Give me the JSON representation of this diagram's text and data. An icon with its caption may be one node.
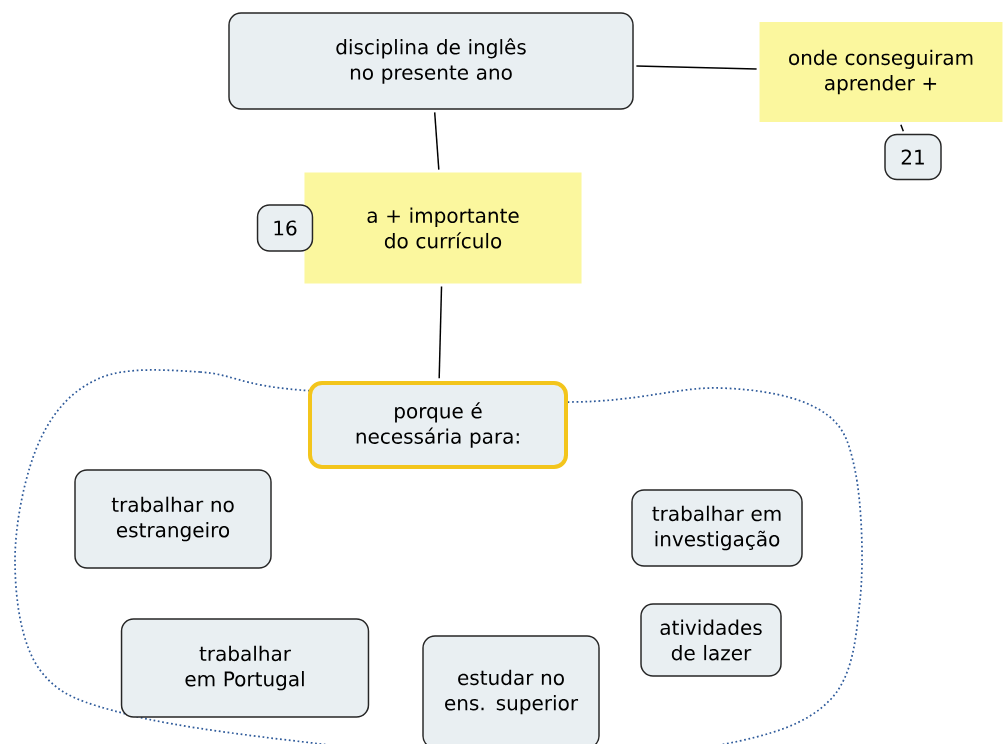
{
  "diagram": {
    "nodes": [
      {
        "text": [
          "disciplina de inglês no presente ano"
        ]
      },
      {
        "text": [
          "onde conseguiram aprender +"
        ]
      },
      {
        "text": [
          "21"
        ]
      },
      {
        "text": [
          "a + importante do currículo"
        ]
      },
      {
        "text": [
          "16"
        ]
      },
      {
        "text": [
          "porque é necessária para:"
        ]
      },
      {
        "text": [
          "trabalhar no estrangeiro"
        ]
      },
      {
        "text": [
          "trabalhar em investigação"
        ]
      },
      {
        "text": [
          "atividades de lazer"
        ]
      },
      {
        "text": [
          "trabalhar em Portugal"
        ]
      },
      {
        "text": [
          "estudar no ens. superior"
        ]
      }
    ],
    "edges": [
      {
        "from": 0,
        "to": 1,
        "arrow": "none"
      },
      {
        "from": 1,
        "to": 2,
        "arrow": "none"
      },
      {
        "from": 0,
        "to": 3,
        "arrow": "none"
      },
      {
        "from": 3,
        "to": 5,
        "arrow": "none"
      }
    ]
  }
}
